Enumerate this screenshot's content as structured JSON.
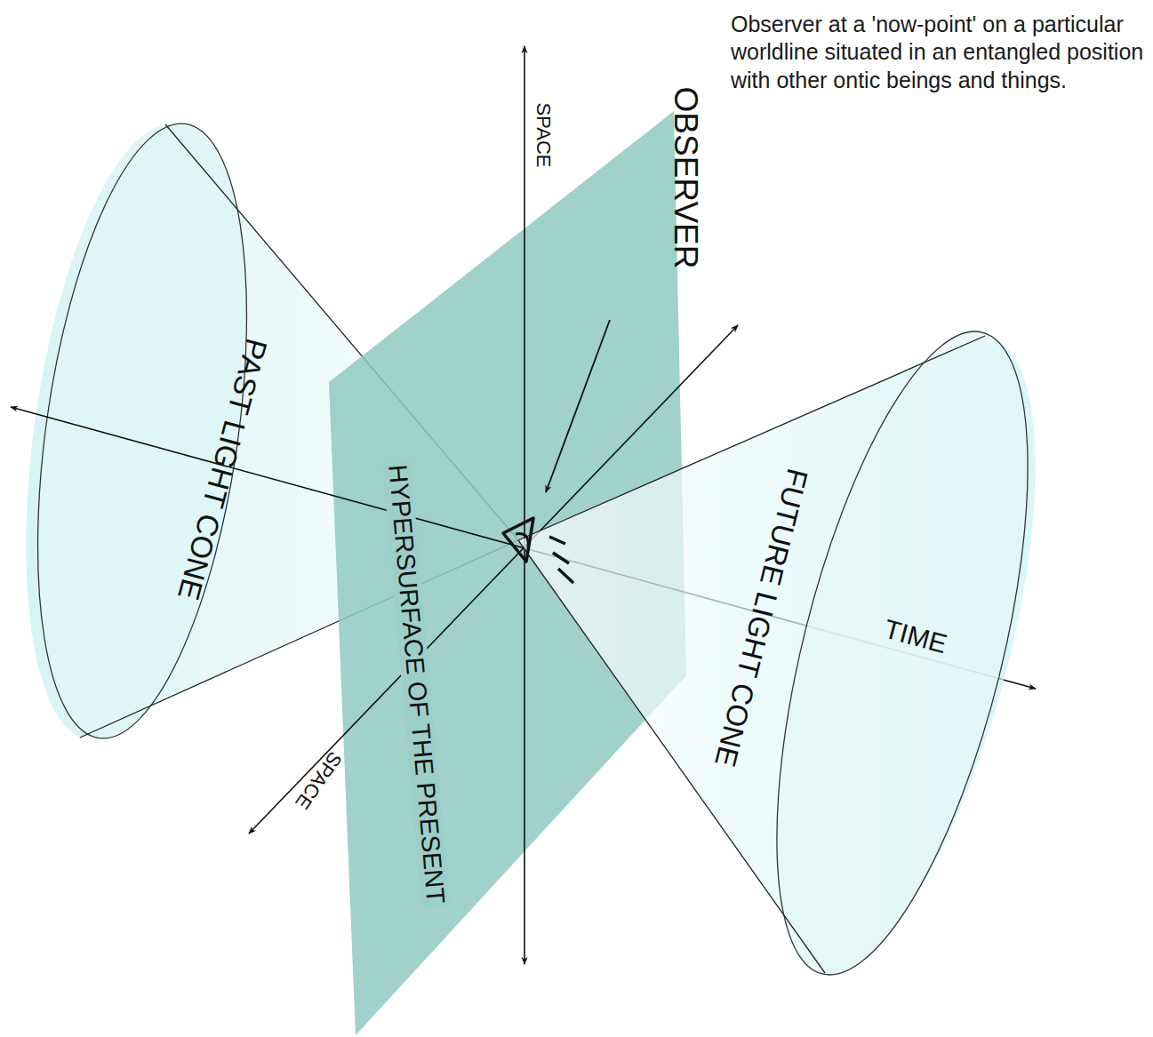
{
  "diagram": {
    "labels": [
      "Observer at a 'now-point' on a particular worldline situated in an entangled position with other ontic beings and things.",
      "SPACE",
      "OBSERVER",
      "PAST LIGHT CONE",
      "HYPERSURFACE OF THE PRESENT",
      "FUTURE LIGHT CONE",
      "TIME",
      "SPACE"
    ]
  }
}
